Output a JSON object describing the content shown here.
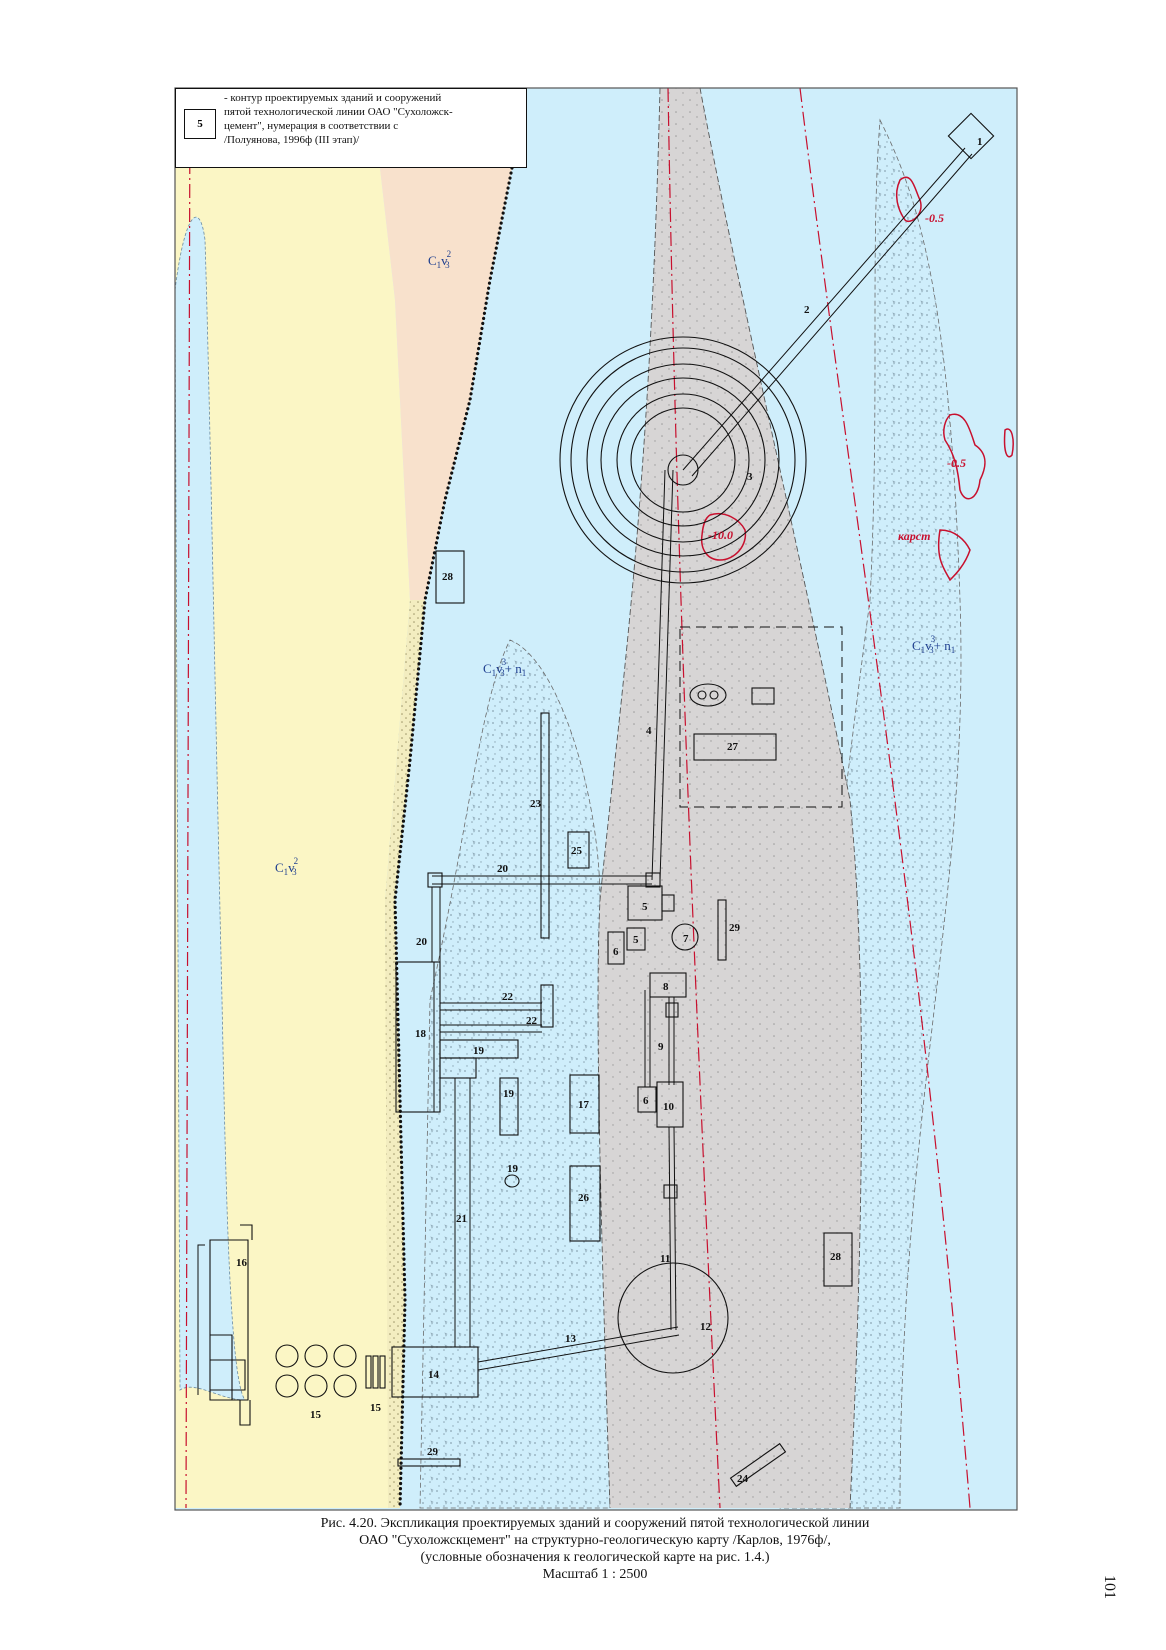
{
  "legend": {
    "sample_number": "5",
    "text": "- контур проектируемых зданий и сооружений\nпятой технологической линии ОАО \"Сухоложск-\nцемент\", нумерация в соответствии с\n/Полуянова, 1996ф (III этап)/"
  },
  "geology": {
    "units": [
      {
        "id": "c1v32-top",
        "base": "C",
        "sub": "1",
        "mid": "v",
        "sup": "2",
        "sub2": "3",
        "tail": ""
      },
      {
        "id": "c1v32-left",
        "base": "C",
        "sub": "1",
        "mid": "v",
        "sup": "2",
        "sub2": "3",
        "tail": ""
      },
      {
        "id": "c1v33n1-center",
        "base": "C",
        "sub": "1",
        "mid": "v",
        "sup": "3",
        "sub2": "3",
        "tail": "+ n",
        "tail_sub": "1"
      },
      {
        "id": "c1v33n1-right",
        "base": "C",
        "sub": "1",
        "mid": "v",
        "sup": "3",
        "sub2": "3",
        "tail": "+ n",
        "tail_sub": "1"
      }
    ],
    "karst_marks": [
      "-0.5",
      "-0.5",
      "-10.0",
      "карст"
    ]
  },
  "buildings": [
    "1",
    "2",
    "3",
    "4",
    "5",
    "5",
    "6",
    "6",
    "7",
    "8",
    "9",
    "10",
    "11",
    "12",
    "13",
    "14",
    "15",
    "15",
    "16",
    "17",
    "18",
    "19",
    "19",
    "19",
    "20",
    "20",
    "21",
    "22",
    "22",
    "23",
    "24",
    "25",
    "26",
    "27",
    "28",
    "28",
    "29",
    "29"
  ],
  "caption": {
    "line1": "Рис. 4.20. Экспликация проектируемых зданий и сооружений пятой технологической линии",
    "line2": "ОАО \"Сухоложскцемент\" на структурно-геологическую карту /Карлов, 1976ф/,",
    "line3": "(условные обозначения к геологической карте на рис. 1.4.)",
    "line4": "Масштаб 1 : 2500"
  },
  "page_number": "101",
  "colors": {
    "sky": "#cfeefb",
    "cream": "#fbf6c5",
    "peach": "#f8e1cc",
    "gray_band": "#d7d5d5",
    "red_lines": "#c8102e",
    "outline": "#111111"
  }
}
